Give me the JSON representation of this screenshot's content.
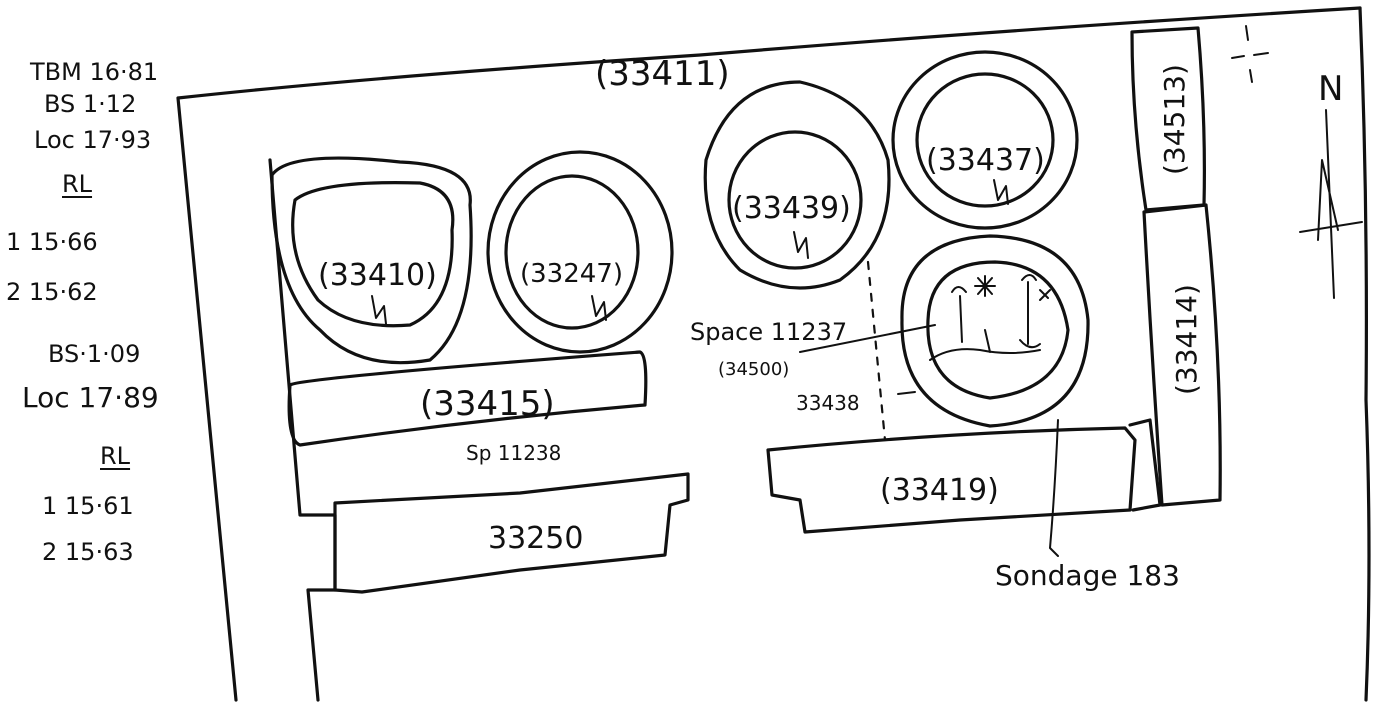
{
  "survey_notes": [
    {
      "id": "tbm",
      "text": "TBM 16·81",
      "underline": false
    },
    {
      "id": "bs1",
      "text": "BS 1·12",
      "underline": false
    },
    {
      "id": "loc1",
      "text": "Loc 17·93",
      "underline": false
    },
    {
      "id": "rl1",
      "text": "RL",
      "underline": true
    },
    {
      "id": "r1a",
      "text": "1 15·66",
      "underline": false
    },
    {
      "id": "r1b",
      "text": "2 15·62",
      "underline": false
    },
    {
      "id": "bs2",
      "text": "BS·1·09",
      "underline": false
    },
    {
      "id": "loc2",
      "text": "Loc 17·89",
      "underline": false
    },
    {
      "id": "rl2",
      "text": "RL",
      "underline": true
    },
    {
      "id": "r2a",
      "text": "1 15·61",
      "underline": false
    },
    {
      "id": "r2b",
      "text": "2 15·63",
      "underline": false
    }
  ],
  "contexts": {
    "top_wall": "(33411)",
    "pit_a": "(33410)",
    "pit_b": "(33247)",
    "pit_c": "(33439)",
    "pit_d": "(33437)",
    "wall_right_top": "(34513)",
    "wall_right": "(33414)",
    "wall_mid": "(33415)",
    "wall_bottom_left": "33250",
    "wall_bottom_right": "(33419)",
    "fill_34500": "(34500)",
    "fill_33438": "33438"
  },
  "labels": {
    "space_1": "Space 11237",
    "space_2": "Sp 11238",
    "sondage": "Sondage 183",
    "north": "N"
  }
}
